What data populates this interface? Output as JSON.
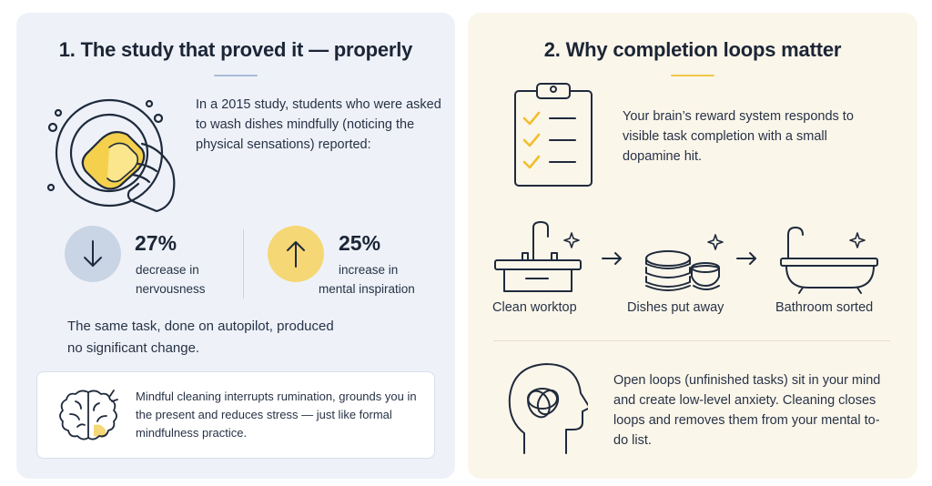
{
  "left": {
    "title": "1. The study that proved it — properly",
    "intro": "In a 2015 study, students who were asked to wash dishes mindfully (noticing the physical sensations) reported:",
    "stats": [
      {
        "value": "27%",
        "label_line1": "decrease in",
        "label_line2": "nervousness",
        "direction": "down",
        "icon": "arrow-down-icon"
      },
      {
        "value": "25%",
        "label_line1": "increase in",
        "label_line2": "mental inspiration",
        "direction": "up",
        "icon": "arrow-up-icon"
      }
    ],
    "autopilot": "The same task, done on autopilot, produced no significant change.",
    "note": "Mindful cleaning interrupts rumination, grounds you in the present and reduces stress — just like formal mindfulness practice."
  },
  "right": {
    "title": "2. Why completion loops matter",
    "reward": "Your brain’s reward system responds to visible task completion with a small dopamine hit.",
    "steps": [
      {
        "label": "Clean worktop",
        "icon": "sink-icon"
      },
      {
        "label": "Dishes put away",
        "icon": "stacked-dishes-icon"
      },
      {
        "label": "Bathroom sorted",
        "icon": "bathtub-icon"
      }
    ],
    "loops": "Open loops (unfinished tasks) sit in your mind and create low-level anxiety. Cleaning closes loops and removes them from your mental to-do list."
  },
  "colors": {
    "left_panel_bg": "#eef2f8",
    "right_panel_bg": "#fbf6ea",
    "accent_yellow": "#f6d775",
    "accent_blue": "#c9d5e4",
    "ink": "#1f2a3c"
  }
}
